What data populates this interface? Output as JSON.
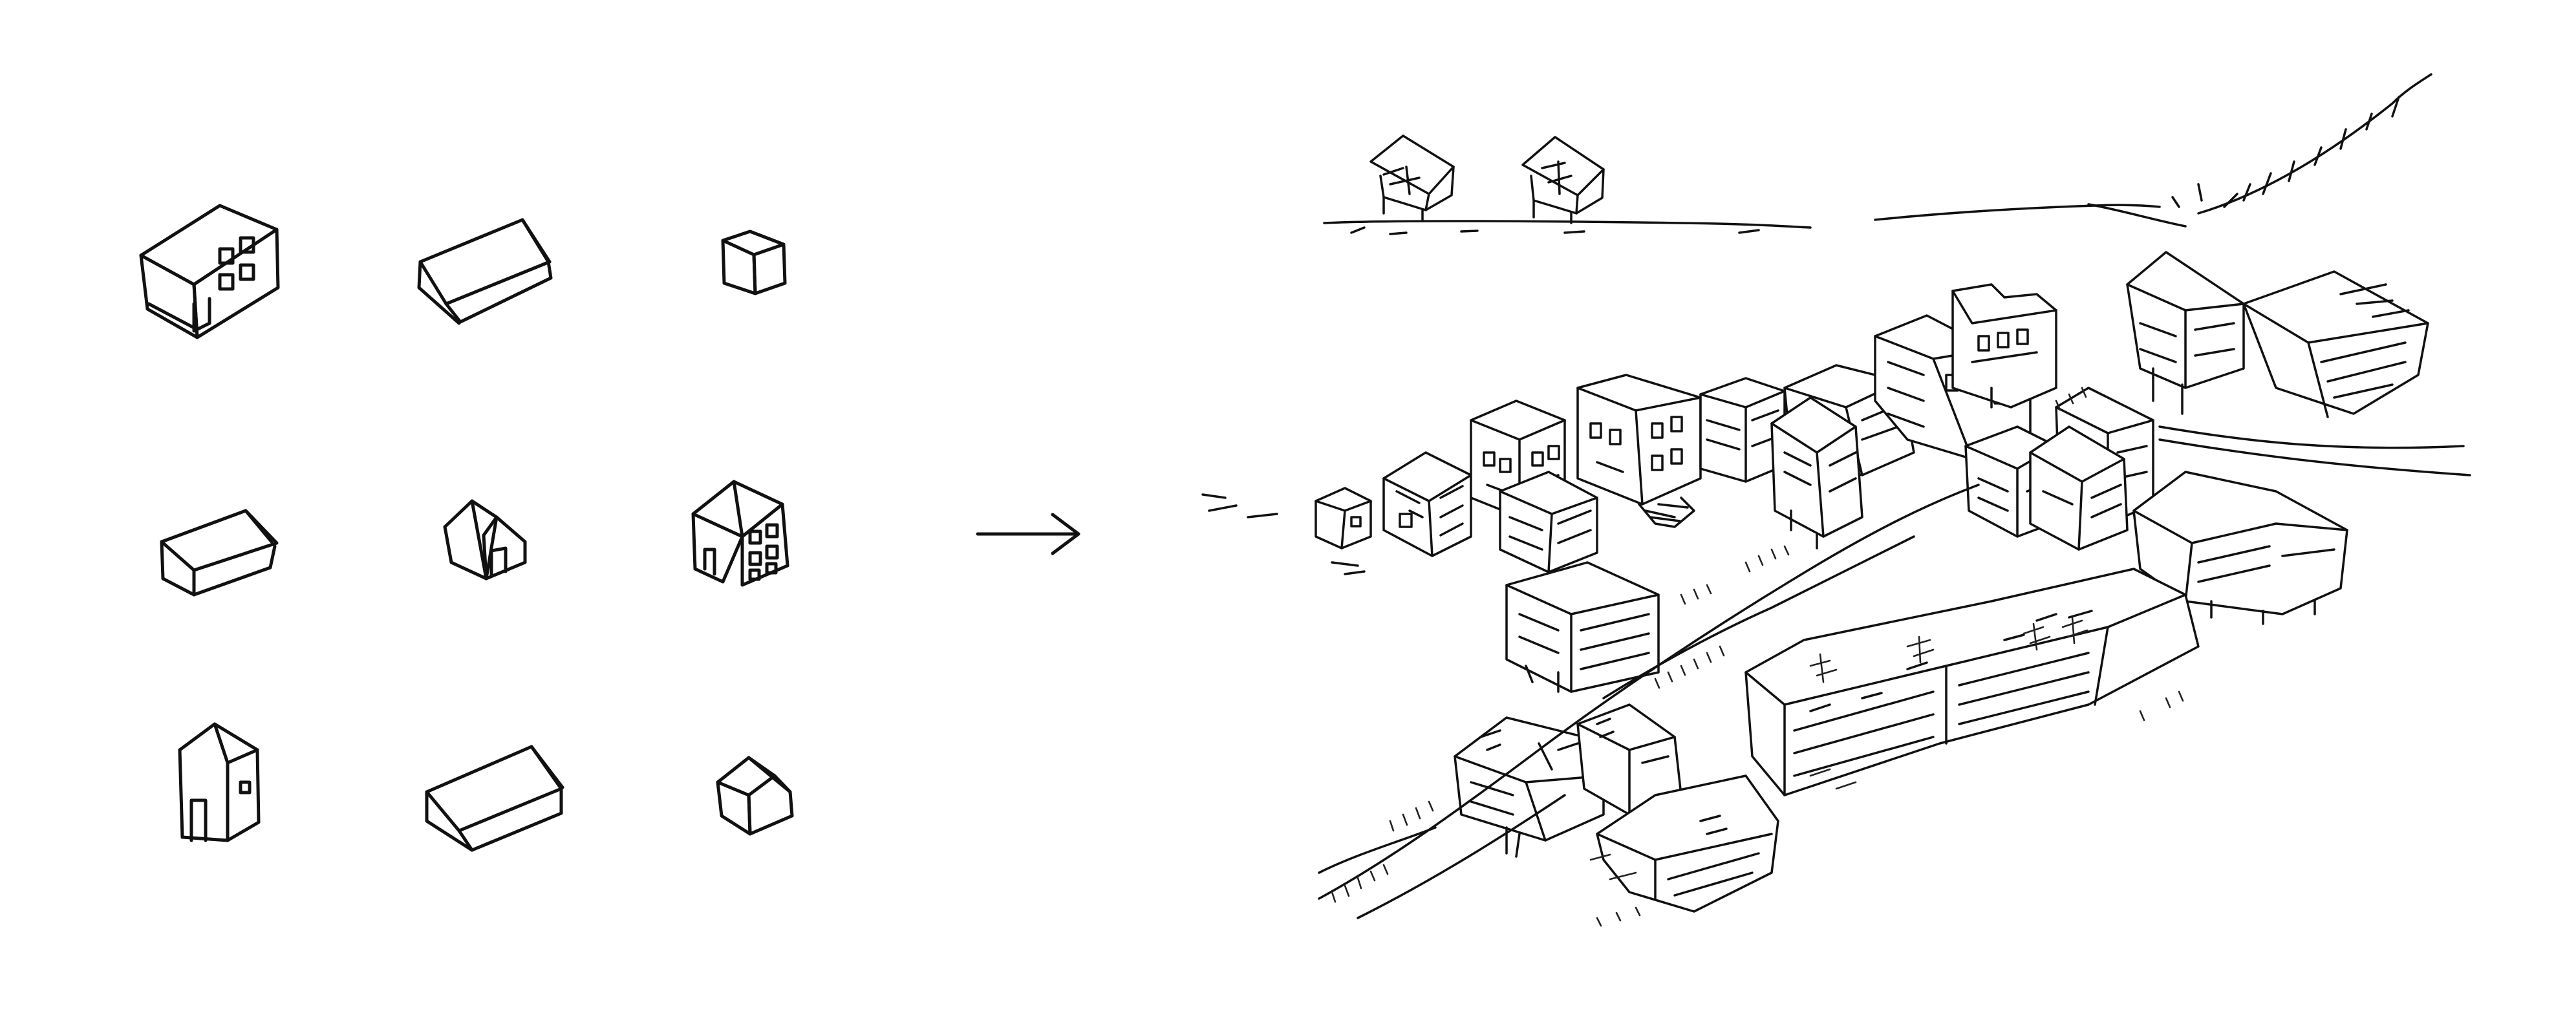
{
  "figure": {
    "left_panel": {
      "description_free": true,
      "icon": "isolated-building-primitives",
      "count": 9,
      "rows": [
        [
          "three-storey-block",
          "gable-barn",
          "cube"
        ],
        [
          "low-gable-shed",
          "small-gable-house",
          "three-storey-gable-house"
        ],
        [
          "tall-narrow-house",
          "gable-barn",
          "small-hip-house"
        ]
      ]
    },
    "arrow": {
      "icon": "right-arrow"
    },
    "right_panel": {
      "icon": "hand-drawn-village-sketch",
      "ink_color": "#111111"
    }
  },
  "colors": {
    "background": "#ffffff",
    "ink": "#111111"
  }
}
